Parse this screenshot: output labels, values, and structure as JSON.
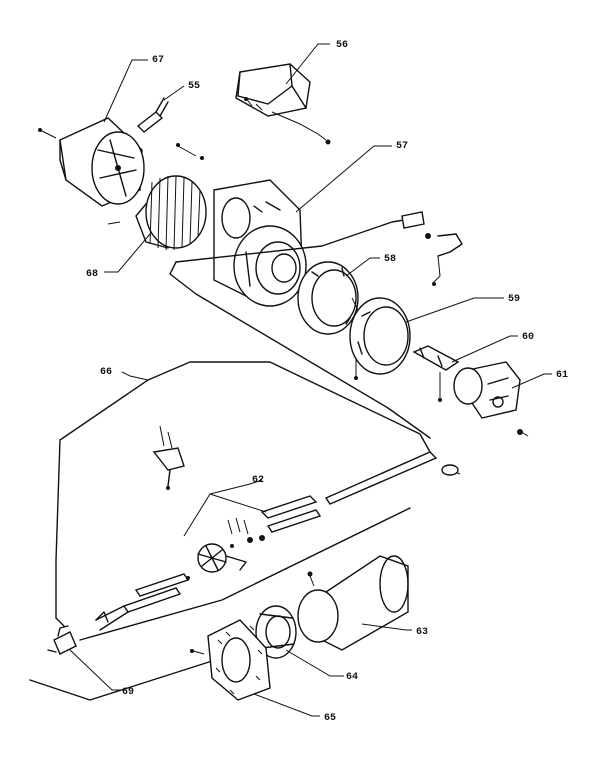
{
  "callouts": {
    "p55": "55",
    "p56": "56",
    "p57": "57",
    "p58": "58",
    "p59": "59",
    "p60": "60",
    "p61": "61",
    "p62": "62",
    "p63": "63",
    "p64": "64",
    "p65": "65",
    "p66": "66",
    "p67": "67",
    "p68": "68",
    "p69": "69"
  },
  "colors": {
    "ink": "#111111",
    "paper": "#ffffff"
  }
}
